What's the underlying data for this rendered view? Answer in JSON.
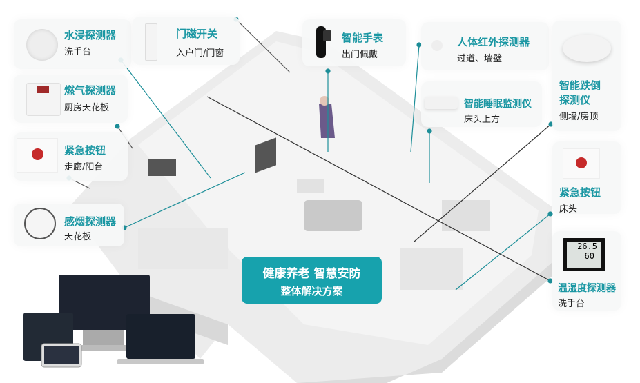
{
  "banner": {
    "line1": "健康养老 智慧安防",
    "line2": "整体解决方案"
  },
  "devices": [
    {
      "title": "水浸探测器",
      "location": "洗手台"
    },
    {
      "title": "门磁开关",
      "location": "入户门/门窗"
    },
    {
      "title": "智能手表",
      "location": "出门佩戴"
    },
    {
      "title": "人体红外探测器",
      "location": "过道、墙壁"
    },
    {
      "title": "智能睡眠监测仪",
      "location": "床头上方"
    },
    {
      "title_line1": "智能跌倒",
      "title_line2": "探测仪",
      "location": "侧墙/房顶"
    },
    {
      "title": "燃气探测器",
      "location": "厨房天花板"
    },
    {
      "title": "紧急按钮",
      "location": "走廊/阳台"
    },
    {
      "title": "感烟探测器",
      "location": "天花板"
    },
    {
      "title": "紧急按钮",
      "location": "床头"
    },
    {
      "title": "温湿度探测器",
      "location": "洗手台"
    }
  ],
  "thermo_display": {
    "temperature": "26.5",
    "humidity": "60"
  },
  "colors": {
    "accent": "#1b97a3",
    "banner": "#17a2ad",
    "alarm_red": "#c62a2a"
  }
}
